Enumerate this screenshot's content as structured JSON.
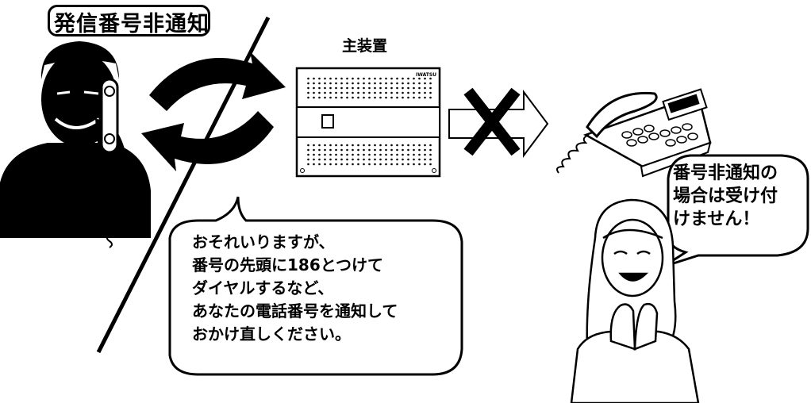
{
  "title": "発信番号非通知",
  "device_label": "主装置",
  "device_brand": "IWATSU",
  "caller_message": [
    "おそれいりますが、",
    "番号の先頭に186とつけて",
    "ダイヤルするなど、",
    "あなたの電話番号を通知して",
    "おかけ直しください。"
  ],
  "callee_message": [
    "番号非通知の",
    "場合は受け付",
    "けません！"
  ]
}
